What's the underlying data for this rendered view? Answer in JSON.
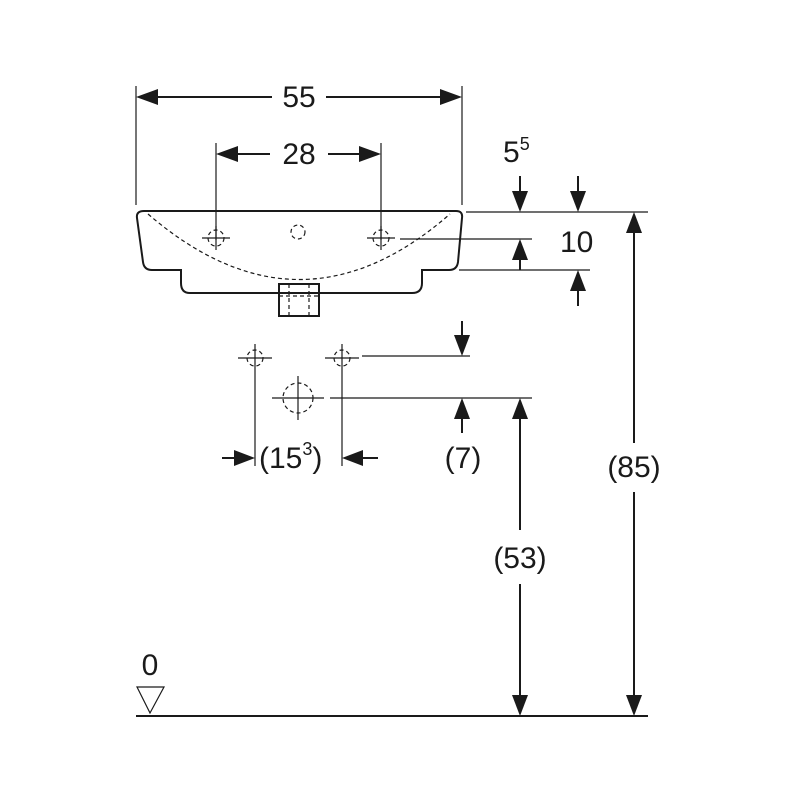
{
  "dimensions": {
    "width": "55",
    "tap_hole_spacing": "28",
    "rim_offset_base": "5",
    "rim_offset_sup": "5",
    "rim_height": "10",
    "waste_spacing_open": "(15",
    "waste_spacing_sup": "3",
    "waste_spacing_close": ")",
    "waste_offset": "(7)",
    "waste_height": "(53)",
    "total_height": "(85)",
    "floor_level": "0"
  },
  "colors": {
    "line": "#1a1a1a",
    "background": "#ffffff"
  }
}
